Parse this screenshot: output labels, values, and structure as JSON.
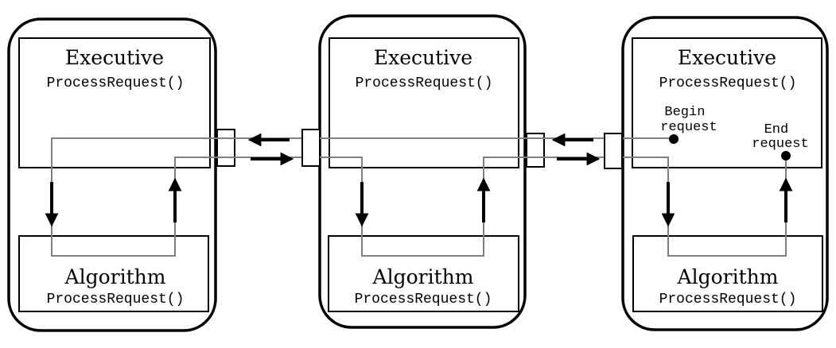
{
  "nodes": [
    {
      "executive": {
        "title": "Executive",
        "method": "ProcessRequest()"
      },
      "algorithm": {
        "title": "Algorithm",
        "method": "ProcessRequest()"
      }
    },
    {
      "executive": {
        "title": "Executive",
        "method": "ProcessRequest()"
      },
      "algorithm": {
        "title": "Algorithm",
        "method": "ProcessRequest()"
      }
    },
    {
      "executive": {
        "title": "Executive",
        "method": "ProcessRequest()"
      },
      "algorithm": {
        "title": "Algorithm",
        "method": "ProcessRequest()"
      }
    }
  ],
  "annotations": {
    "begin_request": [
      "Begin",
      "request"
    ],
    "end_request": [
      "End",
      "request"
    ]
  },
  "colors": {
    "outline": "#000000",
    "flow_line": "#7f7f7f",
    "background": "#ffffff"
  }
}
